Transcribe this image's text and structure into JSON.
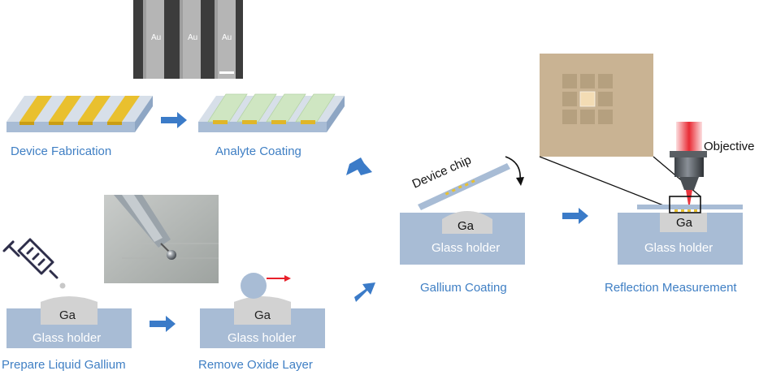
{
  "steps": {
    "device_fabrication": "Device Fabrication",
    "analyte_coating": "Analyte Coating",
    "prepare_gallium": "Prepare Liquid Gallium",
    "remove_oxide": "Remove Oxide Layer",
    "gallium_coating": "Gallium Coating",
    "reflection_measurement": "Reflection Measurement"
  },
  "labels": {
    "ga": "Ga",
    "glass_holder": "Glass holder",
    "device_chip": "Device chip",
    "objective": "Objective",
    "au": "Au"
  },
  "colors": {
    "caption": "#3f7fc4",
    "glass": "#a8bcd5",
    "gallium": "#cfcfcf",
    "gold": "#e9c02e",
    "analyte": "#cfe6c2",
    "arrow": "#3b7bc8",
    "laser": "#e8202a"
  }
}
